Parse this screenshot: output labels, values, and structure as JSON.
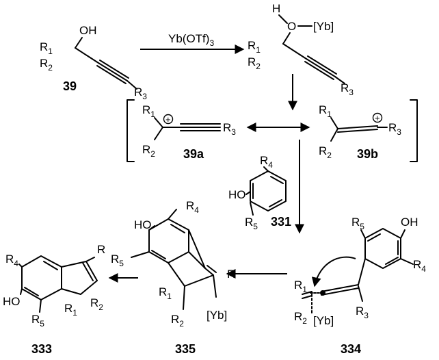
{
  "reagent": "Yb(OTf)3",
  "labels": {
    "c39": "39",
    "c39a": "39a",
    "c39b": "39b",
    "c331": "331",
    "c333": "333",
    "c334": "334",
    "c335": "335"
  },
  "atoms": {
    "OH": "OH",
    "HO": "HO",
    "H": "H",
    "O": "O",
    "Yb": "[Yb]",
    "R": "R"
  }
}
